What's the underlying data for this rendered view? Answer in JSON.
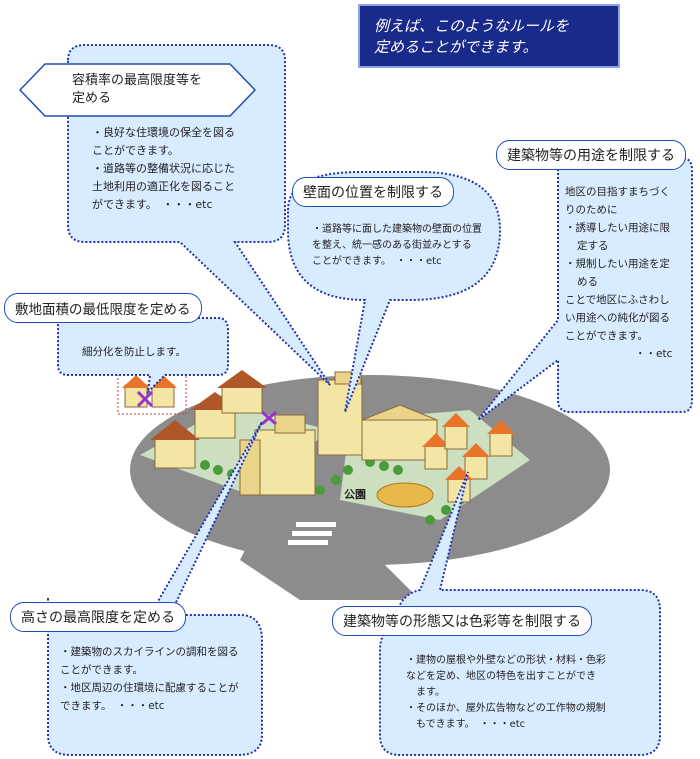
{
  "banner": {
    "line1": "例えば、このようなルールを",
    "line2": "定めることができます。"
  },
  "youseki": {
    "title_line1": "容積率の最高限度等を",
    "title_line2": "定める",
    "lines": [
      "・良好な住環境の保全を図る",
      "ことができます。",
      "・道路等の整備状況に応じた",
      "土地利用の適正化を図ること",
      "ができます。　・・・etc"
    ]
  },
  "heki": {
    "title": "壁面の位置を制限する",
    "lines": [
      "・道路等に面した建築物の壁面の位置",
      "を整え、統一感のある街並みとする",
      "ことができます。　・・・etc"
    ]
  },
  "youto": {
    "title": "建築物等の用途を制限する",
    "lines": [
      "地区の目指すまちづく",
      "りのために",
      "・誘導したい用途に限",
      "定する",
      "・規制したい用途を定",
      "める",
      "ことで地区にふさわし",
      "い用途への純化が図る",
      "ことができます。",
      "・・etc"
    ]
  },
  "shikichi": {
    "title": "敷地面積の最低限度を定める",
    "lines": [
      "細分化を防止します。"
    ]
  },
  "takasa": {
    "title": "高さの最高限度を定める",
    "lines": [
      "・建築物のスカイラインの調和を図る",
      "ことができます。",
      "・地区周辺の住環境に配慮することが",
      "できます。　・・・etc"
    ]
  },
  "keitai": {
    "title": "建築物等の形態又は色彩等を制限する",
    "lines": [
      "・建物の屋根や外壁などの形状・材料・色彩",
      "などを定め、地区の特色を出すことができ",
      "ます。",
      "・そのほか、屋外広告物などの工作物の規制",
      "もできます。　・・・etc"
    ]
  },
  "park_label": "公園",
  "colors": {
    "bubble_fill": "#d9ebff",
    "bubble_border": "#2233aa",
    "banner_fill": "#1a2a8c",
    "road": "#8c8c8c",
    "grass": "#ccdfc0",
    "roof_orange": "#e8742a",
    "building_yellow": "#f3e6a5"
  }
}
